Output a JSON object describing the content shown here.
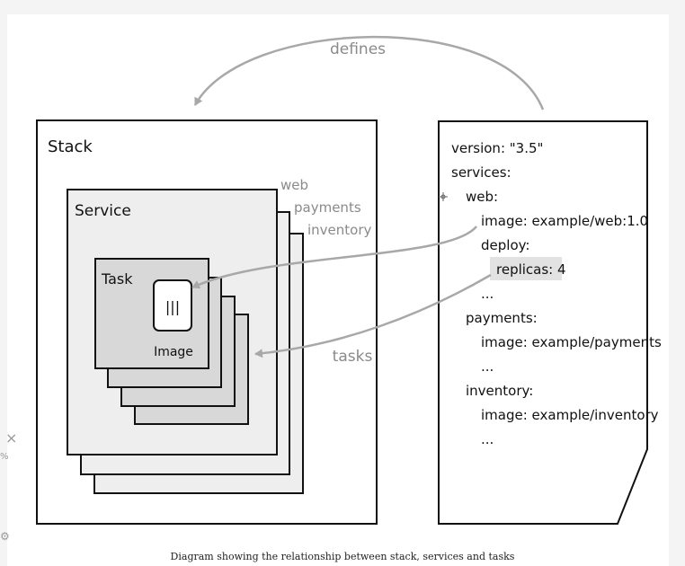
{
  "diagram": {
    "defines_label": "defines",
    "tasks_label": "tasks",
    "stack": {
      "label": "Stack"
    },
    "service": {
      "label": "Service",
      "stack_labels": [
        "web",
        "payments",
        "inventory"
      ]
    },
    "task": {
      "label": "Task"
    },
    "image": {
      "label": "Image",
      "glyph": "|||"
    },
    "compose": {
      "lines": [
        "version: \"3.5\"",
        "services:",
        "web:",
        "image: example/web:1.0",
        "deploy:",
        "replicas: 4",
        "...",
        "payments:",
        "image: example/payments",
        "...",
        "inventory:",
        "image: example/inventory",
        "..."
      ]
    }
  },
  "caption": "Diagram showing the relationship between stack, services and tasks",
  "side_glyphs": {
    "close": "×",
    "percent": "%",
    "gear": "⚙"
  },
  "colors": {
    "service_fill": "#eeeeee",
    "task_fill": "#d8d8d8",
    "highlight_fill": "#e2e2e2",
    "arrow": "#a8a8a8",
    "muted_text": "#8a8a8a"
  }
}
